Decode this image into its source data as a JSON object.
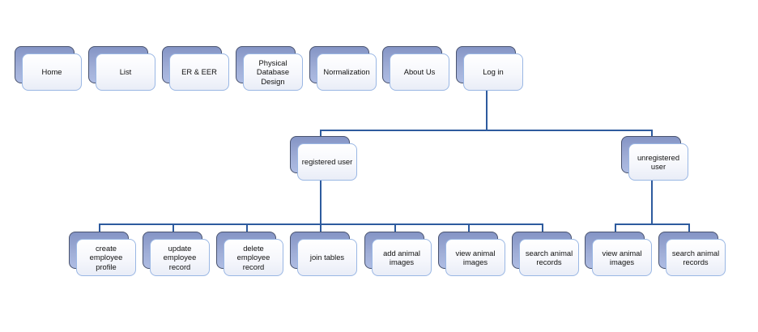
{
  "diagram": {
    "description": "Website sitemap / function tree diagram",
    "connector_color": "#2e5b9e",
    "node_style": {
      "shadow_fill_top": "#8494c5",
      "shadow_fill_bottom": "#aebce3",
      "shadow_border": "#49536f",
      "front_fill": "#ffffff",
      "front_border": "#9ab7e4",
      "text_color": "#111111"
    },
    "nodes": [
      {
        "id": "home",
        "label": "Home",
        "level": 1
      },
      {
        "id": "list",
        "label": "List",
        "level": 1
      },
      {
        "id": "er-eer",
        "label": "ER & EER",
        "level": 1
      },
      {
        "id": "physical-database-design",
        "label": "Physical\nDatabase\nDesign",
        "level": 1
      },
      {
        "id": "normalization",
        "label": "Normalization",
        "level": 1
      },
      {
        "id": "about-us",
        "label": "About Us",
        "level": 1
      },
      {
        "id": "log-in",
        "label": "Log in",
        "level": 1
      },
      {
        "id": "registered-user",
        "label": "registered user",
        "level": 2
      },
      {
        "id": "unregistered-user",
        "label": "unregistered\nuser",
        "level": 2
      },
      {
        "id": "create-employee-profile",
        "label": "create\nemployee\nprofile",
        "level": 3
      },
      {
        "id": "update-employee-record",
        "label": "update\nemployee\nrecord",
        "level": 3
      },
      {
        "id": "delete-employee-record",
        "label": "delete\nemployee\nrecord",
        "level": 3
      },
      {
        "id": "join-tables",
        "label": "join tables",
        "level": 3
      },
      {
        "id": "add-animal-images",
        "label": "add animal\nimages",
        "level": 3
      },
      {
        "id": "view-animal-images",
        "label": "view animal\nimages",
        "level": 3
      },
      {
        "id": "search-animal-records",
        "label": "search animal\nrecords",
        "level": 3
      },
      {
        "id": "view-animal-images-2",
        "label": "view animal\nimages",
        "level": 3
      },
      {
        "id": "search-animal-records-2",
        "label": "search animal\nrecords",
        "level": 3
      }
    ],
    "edges": [
      {
        "from": "log-in",
        "to": "registered-user"
      },
      {
        "from": "log-in",
        "to": "unregistered-user"
      },
      {
        "from": "registered-user",
        "to": "create-employee-profile"
      },
      {
        "from": "registered-user",
        "to": "update-employee-record"
      },
      {
        "from": "registered-user",
        "to": "delete-employee-record"
      },
      {
        "from": "registered-user",
        "to": "join-tables"
      },
      {
        "from": "registered-user",
        "to": "add-animal-images"
      },
      {
        "from": "registered-user",
        "to": "view-animal-images"
      },
      {
        "from": "registered-user",
        "to": "search-animal-records"
      },
      {
        "from": "unregistered-user",
        "to": "view-animal-images-2"
      },
      {
        "from": "unregistered-user",
        "to": "search-animal-records-2"
      }
    ]
  }
}
